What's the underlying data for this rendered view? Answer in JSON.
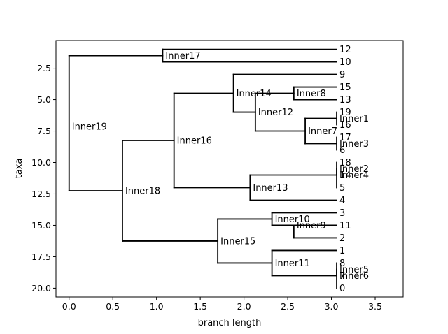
{
  "chart_data": {
    "type": "dendrogram",
    "title": "",
    "xlabel": "branch length",
    "ylabel": "taxa",
    "xlim": [
      -0.15,
      3.82
    ],
    "ylim": [
      20.7,
      0.3
    ],
    "xticks": [
      0.0,
      0.5,
      1.0,
      1.5,
      2.0,
      2.5,
      3.0,
      3.5
    ],
    "xtick_labels": [
      "0.0",
      "0.5",
      "1.0",
      "1.5",
      "2.0",
      "2.5",
      "3.0",
      "3.5"
    ],
    "yticks": [
      2.5,
      5.0,
      7.5,
      10.0,
      12.5,
      15.0,
      17.5,
      20.0
    ],
    "ytick_labels": [
      "2.5",
      "5.0",
      "7.5",
      "10.0",
      "12.5",
      "15.0",
      "17.5",
      "20.0"
    ],
    "leaves": [
      {
        "name": "12",
        "x": 3.06,
        "y": 1
      },
      {
        "name": "10",
        "x": 3.06,
        "y": 2
      },
      {
        "name": "9",
        "x": 3.06,
        "y": 3
      },
      {
        "name": "15",
        "x": 3.06,
        "y": 4
      },
      {
        "name": "13",
        "x": 3.06,
        "y": 5
      },
      {
        "name": "19",
        "x": 3.06,
        "y": 6
      },
      {
        "name": "16",
        "x": 3.06,
        "y": 7
      },
      {
        "name": "17",
        "x": 3.06,
        "y": 8
      },
      {
        "name": "6",
        "x": 3.06,
        "y": 9
      },
      {
        "name": "18",
        "x": 3.06,
        "y": 10
      },
      {
        "name": "14",
        "x": 3.06,
        "y": 11
      },
      {
        "name": "5",
        "x": 3.06,
        "y": 12
      },
      {
        "name": "4",
        "x": 3.06,
        "y": 13
      },
      {
        "name": "3",
        "x": 3.06,
        "y": 14
      },
      {
        "name": "11",
        "x": 3.06,
        "y": 15
      },
      {
        "name": "2",
        "x": 3.06,
        "y": 16
      },
      {
        "name": "1",
        "x": 3.06,
        "y": 17
      },
      {
        "name": "8",
        "x": 3.06,
        "y": 18
      },
      {
        "name": "7",
        "x": 3.06,
        "y": 19
      },
      {
        "name": "0",
        "x": 3.06,
        "y": 20
      }
    ],
    "internal_nodes": [
      {
        "name": "Inner19",
        "x": 0.0,
        "y": 7.125,
        "y_top": 1.5,
        "y_bot": 12.25,
        "parent_x": null
      },
      {
        "name": "Inner17",
        "x": 1.07,
        "y": 1.5,
        "y_top": 1.0,
        "y_bot": 2.0,
        "parent_x": 0.0
      },
      {
        "name": "Inner18",
        "x": 0.61,
        "y": 12.25,
        "y_top": 8.25,
        "y_bot": 16.25,
        "parent_x": 0.0
      },
      {
        "name": "Inner16",
        "x": 1.2,
        "y": 8.25,
        "y_top": 4.5,
        "y_bot": 12.0,
        "parent_x": 0.61
      },
      {
        "name": "Inner14",
        "x": 1.88,
        "y": 4.5,
        "y_top": 3.0,
        "y_bot": 6.0,
        "parent_x": 1.2
      },
      {
        "name": "Inner12",
        "x": 2.13,
        "y": 6.0,
        "y_top": 4.5,
        "y_bot": 7.5,
        "parent_x": 1.88
      },
      {
        "name": "Inner8",
        "x": 2.57,
        "y": 4.5,
        "y_top": 4.0,
        "y_bot": 5.0,
        "parent_x": 2.13
      },
      {
        "name": "Inner7",
        "x": 2.7,
        "y": 7.5,
        "y_top": 6.5,
        "y_bot": 8.5,
        "parent_x": 2.13
      },
      {
        "name": "Inner1",
        "x": 3.06,
        "y": 6.5,
        "y_top": 6.0,
        "y_bot": 7.0,
        "parent_x": 2.7
      },
      {
        "name": "Inner3",
        "x": 3.06,
        "y": 8.5,
        "y_top": 8.0,
        "y_bot": 9.0,
        "parent_x": 2.7
      },
      {
        "name": "Inner13",
        "x": 2.07,
        "y": 12.0,
        "y_top": 11.0,
        "y_bot": 13.0,
        "parent_x": 1.2
      },
      {
        "name": "Inner4",
        "x": 3.06,
        "y": 11.0,
        "y_top": 10.5,
        "y_bot": 12.0,
        "parent_x": 2.07
      },
      {
        "name": "Inner2",
        "x": 3.06,
        "y": 10.5,
        "y_top": 10.0,
        "y_bot": 11.0,
        "parent_x": 3.06
      },
      {
        "name": "Inner15",
        "x": 1.7,
        "y": 16.25,
        "y_top": 14.5,
        "y_bot": 18.0,
        "parent_x": 0.61
      },
      {
        "name": "Inner10",
        "x": 2.32,
        "y": 14.5,
        "y_top": 14.0,
        "y_bot": 15.0,
        "parent_x": 1.7
      },
      {
        "name": "Inner9",
        "x": 2.57,
        "y": 15.0,
        "y_top": 15.0,
        "y_bot": 16.0,
        "parent_x": 2.32
      },
      {
        "name": "Inner11",
        "x": 2.32,
        "y": 18.0,
        "y_top": 17.0,
        "y_bot": 19.0,
        "parent_x": 1.7
      },
      {
        "name": "Inner6",
        "x": 3.06,
        "y": 19.0,
        "y_top": 18.5,
        "y_bot": 20.0,
        "parent_x": 2.32
      },
      {
        "name": "Inner5",
        "x": 3.06,
        "y": 18.5,
        "y_top": 18.0,
        "y_bot": 19.0,
        "parent_x": 3.06
      }
    ],
    "grid": false
  }
}
